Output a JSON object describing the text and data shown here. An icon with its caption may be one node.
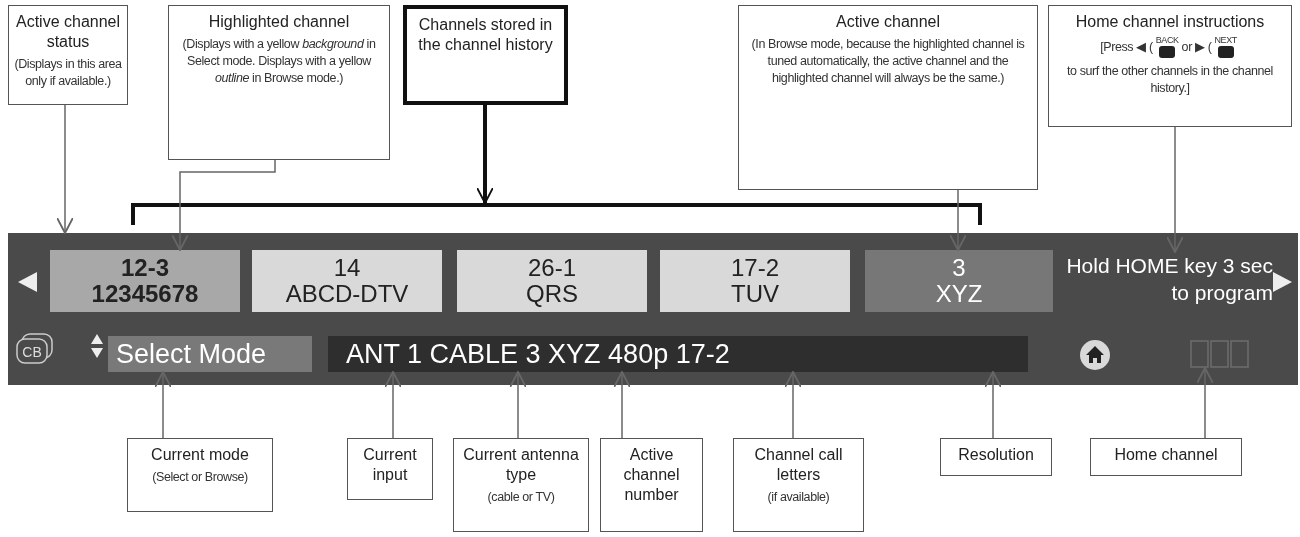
{
  "diagram": {
    "nodes": [
      {
        "text": [
          "Active channel status",
          "(Displays in this area only if available.)"
        ]
      },
      {
        "text": [
          "Highlighted channel",
          "(Displays with a yellow *background* in Select mode. Displays with a yellow *outline* in Browse mode.)"
        ]
      },
      {
        "text": [
          "Channels stored in the channel history"
        ]
      },
      {
        "text": [
          "Active channel",
          "(In Browse mode, because the highlighted channel is tuned automatically, the active channel and the highlighted channel will always be the same.)"
        ]
      },
      {
        "text": [
          "Home channel instructions",
          "[Press ◀ (",
          "BACK",
          "or ▶ (",
          "NEXT",
          "to surf the other channels in the channel history.]"
        ]
      },
      {
        "text": [],
        "shape": "box"
      },
      {
        "text": [
          "12-3",
          "12345678"
        ],
        "in": 5
      },
      {
        "text": [
          "14",
          "ABCD-DTV"
        ],
        "in": 5
      },
      {
        "text": [
          "26-1",
          "QRS"
        ],
        "in": 5
      },
      {
        "text": [
          "17-2",
          "TUV"
        ],
        "in": 5
      },
      {
        "text": [
          "3",
          "XYZ"
        ],
        "in": 5
      },
      {
        "text": [
          "Hold HOME key 3 sec to program"
        ],
        "in": 5
      },
      {
        "text": [
          "Select Mode"
        ],
        "in": 5
      },
      {
        "text": [
          "ANT 1 CABLE 3 XYZ 480p 17-2"
        ],
        "in": 5
      },
      {
        "text": [],
        "shape": "circle",
        "in": 5
      },
      {
        "text": [],
        "shape": "box",
        "in": 5
      },
      {
        "text": [
          "Current mode",
          "(Select or Browse)"
        ]
      },
      {
        "text": [
          "Current input"
        ]
      },
      {
        "text": [
          "Current antenna type",
          "(cable or TV)"
        ]
      },
      {
        "text": [
          "Active channel number"
        ]
      },
      {
        "text": [
          "Channel call letters",
          "(if available)"
        ]
      },
      {
        "text": [
          "Resolution"
        ]
      },
      {
        "text": [
          "Home channel"
        ]
      },
      {
        "text": [],
        "shape": "bar"
      }
    ],
    "edges": [
      {
        "from": 0,
        "to": 5,
        "arrow": "to"
      },
      {
        "from": 1,
        "to": 6,
        "arrow": "to"
      },
      {
        "from": 2,
        "to": 23,
        "arrow": "to",
        "style": "thick",
        "color": "#111111"
      },
      {
        "from": 3,
        "to": 10,
        "arrow": "to"
      },
      {
        "from": 4,
        "to": 11,
        "arrow": "to"
      },
      {
        "from": 16,
        "to": 12,
        "arrow": "to"
      },
      {
        "from": 17,
        "to": 13,
        "arrow": "to"
      },
      {
        "from": 18,
        "to": 13,
        "arrow": "to"
      },
      {
        "from": 19,
        "to": 13,
        "arrow": "to"
      },
      {
        "from": 20,
        "to": 13,
        "arrow": "to"
      },
      {
        "from": 21,
        "to": 13,
        "arrow": "to"
      },
      {
        "from": 22,
        "to": 15,
        "arrow": "to"
      }
    ],
    "labels": [
      "CB"
    ]
  }
}
